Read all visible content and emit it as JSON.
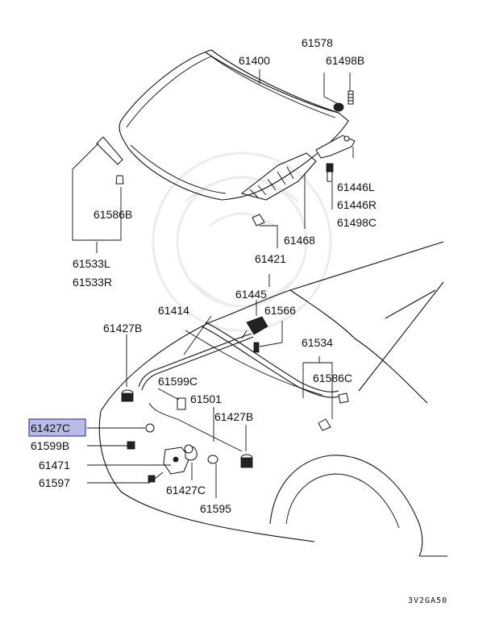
{
  "labels": {
    "p61400": "61400",
    "p61578": "61578",
    "p61498B": "61498B",
    "p61586B": "61586B",
    "p61533L": "61533L",
    "p61533R": "61533R",
    "p61446L": "61446L",
    "p61446R": "61446R",
    "p61498C": "61498C",
    "p61468": "61468",
    "p61421": "61421",
    "p61445": "61445",
    "p61414": "61414",
    "p61566": "61566",
    "p61427B_top": "61427B",
    "p61534": "61534",
    "p61599C": "61599C",
    "p61586C": "61586C",
    "p61501": "61501",
    "p61427C_sel": "61427C",
    "p61427B_bot": "61427B",
    "p61599B": "61599B",
    "p61471": "61471",
    "p61597": "61597",
    "p61427C_bot": "61427C",
    "p61595": "61595"
  },
  "diagram_code": "3V2GA50",
  "selected_part": "61427C",
  "colors": {
    "highlight_fill": "#b9bde6",
    "highlight_border": "#3b42a8"
  }
}
